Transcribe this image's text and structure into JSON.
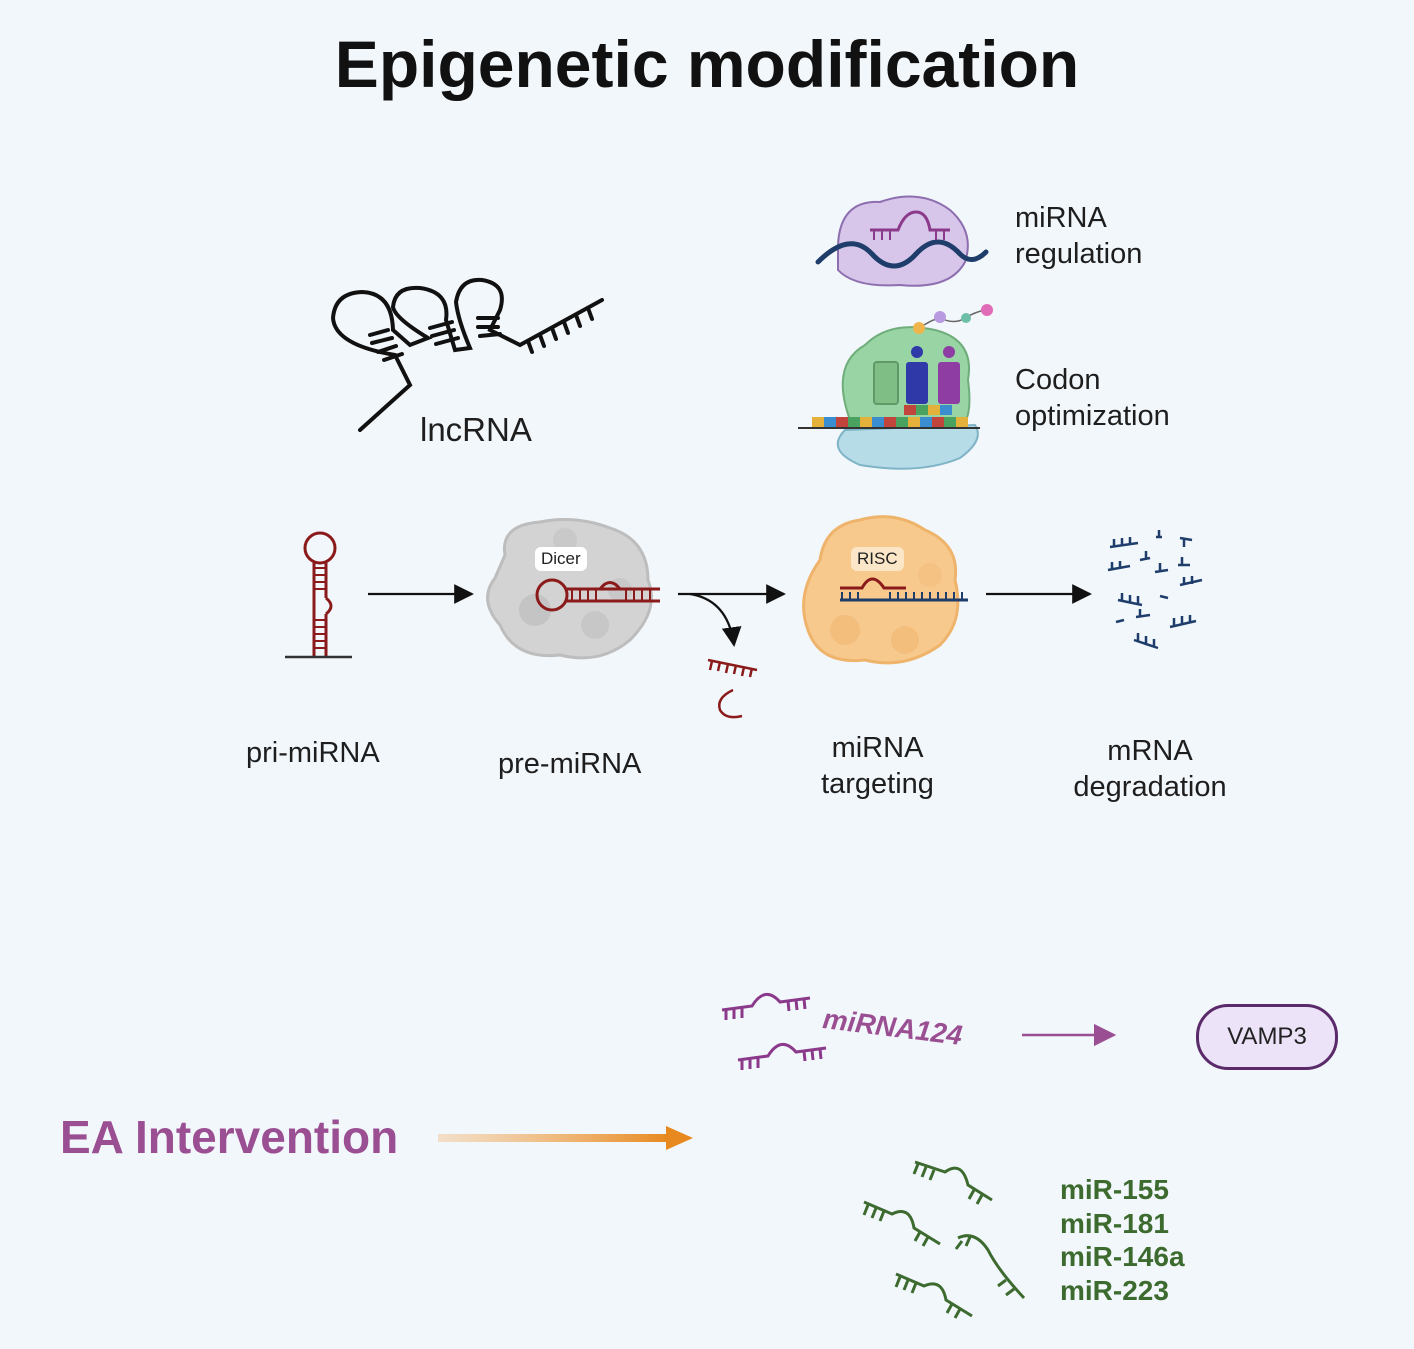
{
  "title": "Epigenetic modification",
  "top_items": {
    "lncrna_label": "lncRNA",
    "mirna_regulation_label": [
      "miRNA",
      "regulation"
    ],
    "codon_label": [
      "Codon",
      "optimization"
    ]
  },
  "pathway": {
    "steps": [
      {
        "id": "pri",
        "label": [
          "pri-miRNA"
        ]
      },
      {
        "id": "pre",
        "label": [
          "pre-miRNA"
        ],
        "enzyme": "Dicer"
      },
      {
        "id": "target",
        "label": [
          "miRNA",
          "targeting"
        ],
        "enzyme": "RISC"
      },
      {
        "id": "degrade",
        "label": [
          "mRNA",
          "degradation"
        ]
      }
    ]
  },
  "intervention": {
    "label": "EA Intervention",
    "upper_target": {
      "mirna": "miRNA124",
      "gene": "VAMP3"
    },
    "lower_mirnas": [
      "miR-155",
      "miR-181",
      "miR-146a",
      "miR-223"
    ]
  },
  "colors": {
    "background": "#f2f7fb",
    "purple": "#9b4f93",
    "green": "#3d6b2f",
    "orange": "#e8891f",
    "rna_red": "#8b1a1a",
    "mrna_blue": "#1f3d6b"
  }
}
